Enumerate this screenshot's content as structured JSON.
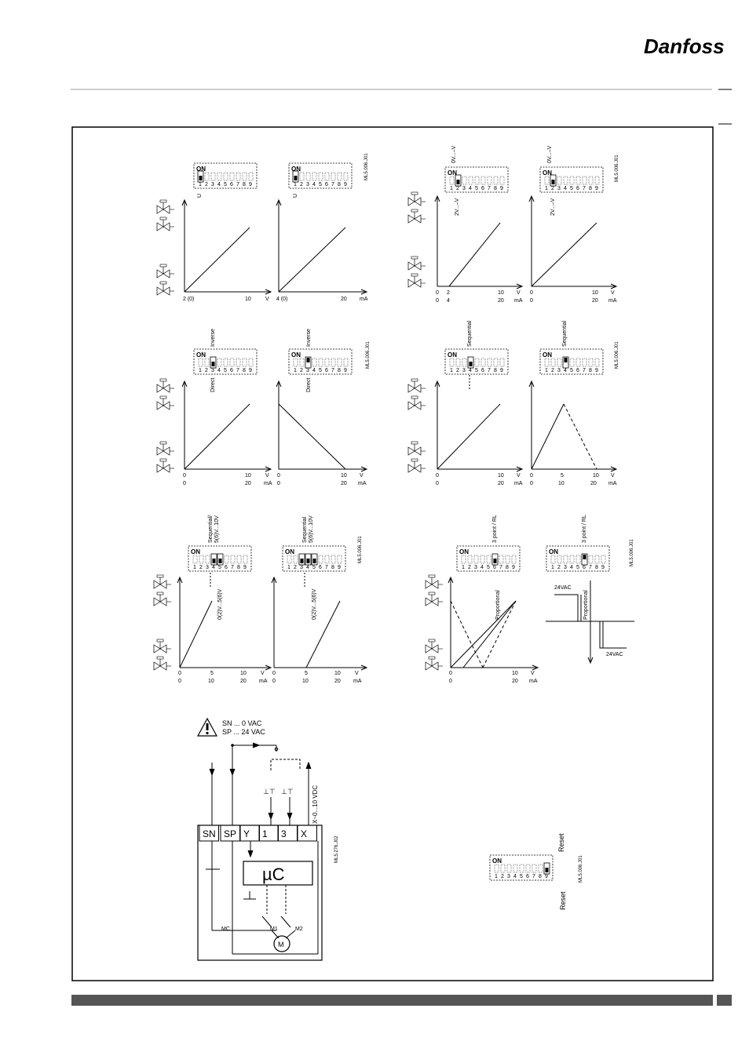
{
  "brand": "Danfoss",
  "dip_on": "ON",
  "dip_numbers": [
    "1",
    "2",
    "3",
    "4",
    "5",
    "6",
    "7",
    "8",
    "9"
  ],
  "panel_1": {
    "code_a": "ML5.006.J01",
    "left_axis": {
      "u_label": "U",
      "x0": "2 (0)",
      "x_max": "10",
      "unit": "V"
    },
    "right_axis": {
      "u_label": "U",
      "x0": "4 (0)",
      "x_max": "20",
      "unit": "mA"
    }
  },
  "panel_2": {
    "code": "ML5.006.J01",
    "top_label": "0V...–V",
    "bottom_label": "2V...–V",
    "left_axis": {
      "v_row": [
        "0",
        "2",
        "10",
        "V"
      ],
      "ma_row": [
        "0",
        "4",
        "20",
        "mA"
      ]
    },
    "right_axis": {
      "v_row": [
        "0",
        "10",
        "V"
      ],
      "ma_row": [
        "0",
        "20",
        "mA"
      ]
    }
  },
  "panel_3": {
    "code": "ML5.006.J01",
    "top_label": "Inverse",
    "bottom_label": "Direct",
    "v_row": [
      "0",
      "10",
      "V"
    ],
    "ma_row": [
      "0",
      "20",
      "mA"
    ]
  },
  "panel_4": {
    "code": "ML5.006.J01",
    "top_label": "Sequential",
    "left_axis": {
      "v_row": [
        "0",
        "10",
        "V"
      ],
      "ma_row": [
        "0",
        "20",
        "mA"
      ]
    },
    "right_axis": {
      "v_row": [
        "0",
        "5",
        "10",
        "V"
      ],
      "ma_row": [
        "0",
        "10",
        "20",
        "mA"
      ]
    }
  },
  "panel_5": {
    "code": "ML5.006.J01",
    "top_label_1": "Sequential/",
    "top_label_2": "5(6)V...10V",
    "right_top_1": "Sequential",
    "right_top_2": "5(6)V...10V",
    "bottom_label": "0(2)V...5(6)V",
    "v_row": [
      "0",
      "5",
      "10",
      "V"
    ],
    "ma_row": [
      "0",
      "10",
      "20",
      "mA"
    ]
  },
  "panel_6": {
    "code": "ML5.006.J01",
    "top_label": "3 point / RL",
    "bottom_label": "Proportional",
    "v_row": [
      "0",
      "10",
      "V"
    ],
    "ma_row": [
      "0",
      "20",
      "mA"
    ],
    "vac_pos": "24VAC",
    "vac_neg": "24VAC"
  },
  "wiring": {
    "warn_line1": "SN ... 0 VAC",
    "warn_line2": "SP ... 24 VAC",
    "terminals": [
      "SN",
      "SP",
      "Y",
      "1",
      "3",
      "X"
    ],
    "x_label": "X~0...10 VDC",
    "controller": "µC",
    "mc": "MC",
    "m1": "M1",
    "m2": "M2",
    "motor": "M",
    "code": "ML5.276.J02"
  },
  "reset": {
    "label_top": "Reset",
    "label_bottom": "Reset",
    "code": "ML5.006.J01"
  }
}
